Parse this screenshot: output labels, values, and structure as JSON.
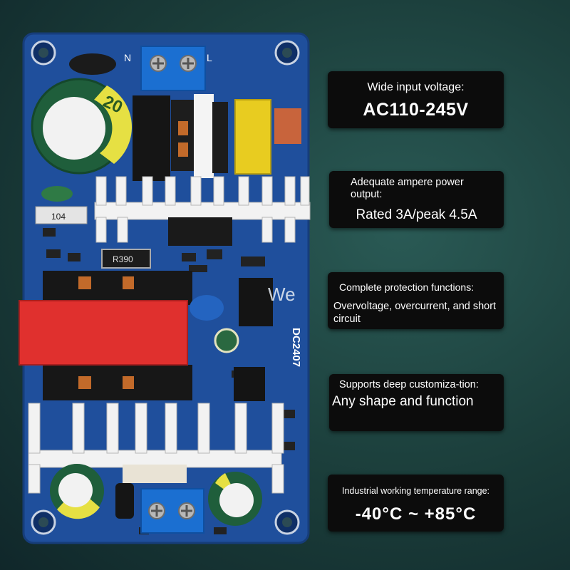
{
  "features": [
    {
      "heading": "Wide input voltage:",
      "value": "AC110-245V"
    },
    {
      "heading": "Adequate ampere power output:",
      "value": "Rated 3A/peak 4.5A"
    },
    {
      "heading": "Complete protection functions:",
      "value": "Overvoltage, overcurrent, and short circuit"
    },
    {
      "heading": "Supports deep customiza-tion:",
      "value": "Any shape and function"
    },
    {
      "heading": "Industrial working temperature range:",
      "value": "-40°C ~ +85°C"
    }
  ],
  "board": {
    "terminal_labels": [
      "N",
      "L"
    ],
    "capacitor_marking": "20",
    "resistor_markings": [
      "104",
      "R390"
    ],
    "model_marking": "DC2407"
  },
  "watermark": "We",
  "colors": {
    "pcb_blue": "#1f4f9c",
    "panel_bg": "#0c0c0c",
    "heatsink": "#f2f2f2",
    "terminal_blue": "#1b6fd1",
    "transformer_tape": "#e0302e"
  }
}
